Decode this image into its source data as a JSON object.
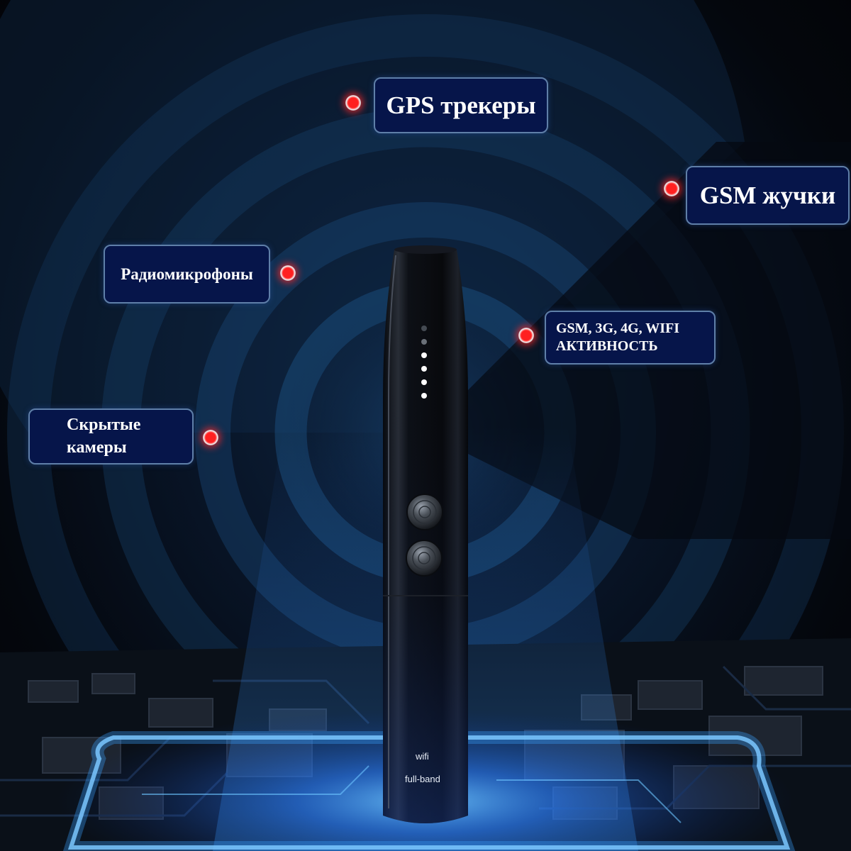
{
  "labels": {
    "gps": "GPS трекеры",
    "gsm_bugs": "GSM жучки",
    "radio_mics": "Радиомикрофоны",
    "activity_line1": "GSM, 3G, 4G, WIFI",
    "activity_line2": "АКТИВНОСТЬ",
    "cameras_line1": "Скрытые",
    "cameras_line2": "камеры"
  },
  "device": {
    "wifi": "wifi",
    "band": "full-band"
  },
  "colors": {
    "label_bg": "#06154a",
    "label_border": "#5f7fa8",
    "marker": "#ff2020",
    "glow": "#3aa0ff"
  }
}
